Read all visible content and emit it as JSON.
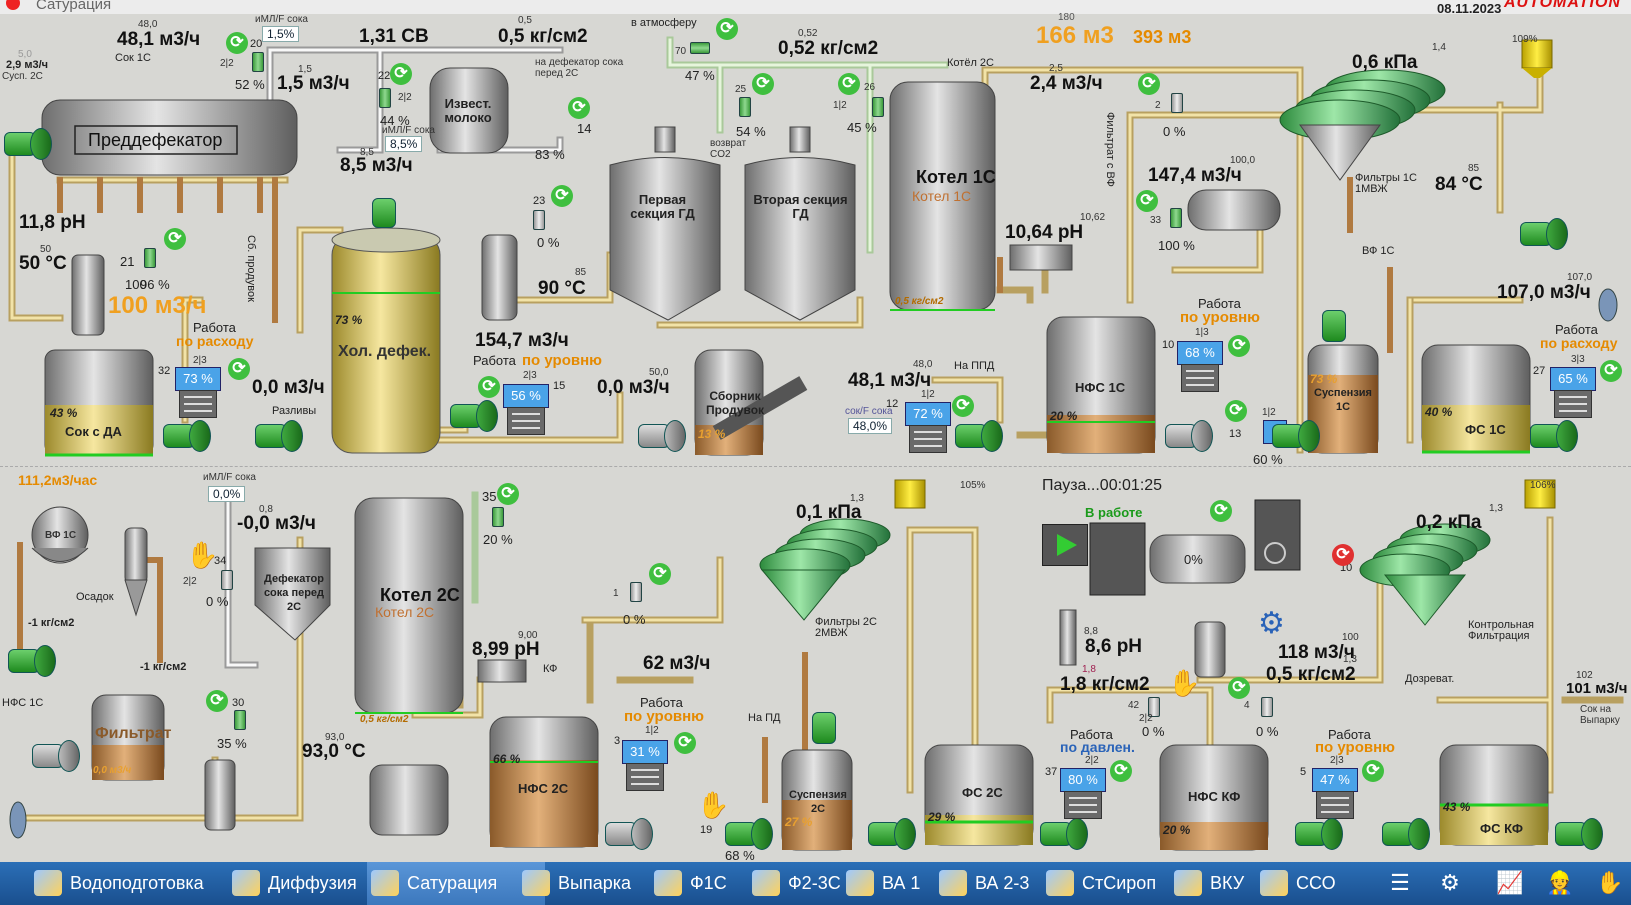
{
  "window": {
    "title": "Сатурация",
    "date": "08.11.2023",
    "logo": "AUTOMATION"
  },
  "colors": {
    "pipe_juice": "#e8cf8a",
    "pipe_white": "#f4f4f4",
    "pipe_copper": "#c98a4a",
    "pump_green": "#2e9e2e",
    "tank_gray": "#8c8c8c",
    "accent_orange": "#e58a00",
    "screen_blue": "#4aa3e8"
  },
  "top": {
    "f48": "48,1 м3/ч",
    "f48_small": "48,0",
    "sok1c": "Сок 1С",
    "f2_9": "2,9 м3/ч",
    "f2_9_small": "5,0",
    "susp2c": "Сусп. 2С",
    "imlf_top": "иМЛ/F сока",
    "box1_5": "1,5%",
    "v20": "20",
    "v20_pct": "52 %",
    "v20_num": "2|2",
    "f1_5": "1,5 м3/ч",
    "f1_5_small": "1,5",
    "f1_31": "1,31 СВ",
    "p0_5": "0,5 кг/см2",
    "p0_5_small": "0,5",
    "na_defekator": "на дефекатор сока перед 2С",
    "v22": "22",
    "v22_pct": "44 %",
    "v22_num": "2|2",
    "imlf_top2": "иМЛ/F сока",
    "box8_5": "8,5%",
    "f8_5": "8,5 м3/ч",
    "f8_5_small": "8,5",
    "izv_moloko": "Извест. молоко",
    "pump14": "14",
    "pump14_pct": "83 %",
    "predefekator": "Преддефекатор",
    "ph11_8": "11,8 pH",
    "t50": "50 °C",
    "t50_small": "50",
    "v21": "21",
    "v21_pct": "96 %",
    "v21_extra": "100",
    "f100": "100 м3/ч",
    "rabota1": "Работа",
    "po_raskhodu1": "по расходу",
    "sb_produvok": "Сб. продувок",
    "ctrl32": "32",
    "ctrl32_val": "73 %",
    "ctrl32_num": "2|3",
    "sok_s_da": "Сок с ДА",
    "sok_s_da_pct": "43 %",
    "f0_0a": "0,0 м3/ч",
    "razlivy": "Разливы",
    "hol_defek": "Хол. дефек.",
    "hol_defek_pct": "73 %",
    "v23": "23",
    "v23_pct": "0 %",
    "t90": "90 °C",
    "t90_small": "85",
    "f154": "154,7 м3/ч",
    "rabota2": "Работа",
    "po_urovnyu2": "по уровню",
    "ctrl15": "15",
    "ctrl15_val": "56 %",
    "ctrl15_num": "2|3",
    "f0_0b": "0,0 м3/ч",
    "f0_0b_small": "50,0",
    "v_atm": "в атмосферу",
    "v70": "70",
    "v70_pct": "47 %",
    "p0_52": "0,52 кг/см2",
    "p0_52_small": "0,52",
    "kotel2c_dir": "Котёл 2С",
    "v25": "25",
    "v25_pct": "54 %",
    "vozvrat": "возврат CO2",
    "v26": "26",
    "v26_pct": "45 %",
    "v26_num": "1|2",
    "first_gd": "Первая секция ГД",
    "second_gd": "Вторая секция ГД",
    "kotel1c": "Котел 1С",
    "kotel1c_sub": "Котел 1С",
    "kotel1c_p": "0,5 кг/см2",
    "sbornik": "Сборник Продувок",
    "sbornik_pct": "13 %",
    "f48_1b": "48,1 м3/ч",
    "f48_1b_small": "48,0",
    "na_ppd": "На ППД",
    "box48": "48,0%",
    "sok_f": "сок/F сока",
    "ctrl12": "12",
    "ctrl12_val": "72 %",
    "ctrl12_num": "1|2",
    "f166": "166 м3",
    "f393": "393 м3",
    "f166_small": "180",
    "f2_4": "2,4 м3/ч",
    "f2_4_small": "2,5",
    "filtrat_vf": "Фильтрат с ВФ",
    "v2": "2",
    "v2_pct": "0 %",
    "f147": "147,4 м3/ч",
    "f147_small": "100,0",
    "v33": "33",
    "v33_pct": "100 %",
    "ph10_64": "10,64 pH",
    "ph10_64_small": "10,62",
    "nfs1c": "НФС 1С",
    "nfs1c_pct": "20 %",
    "rabota3": "Работа",
    "po_urovnyu3": "по уровню",
    "ctrl10": "10",
    "ctrl10_val": "68 %",
    "ctrl10_num": "1|3",
    "pump13": "13",
    "pump13_pct": "60 %",
    "pump13_num": "1|2",
    "p0_6": "0,6 кПа",
    "p0_6_small": "1,4",
    "pct109": "109%",
    "filtry1c": "Фильтры 1С 1МВЖ",
    "t84": "84 °C",
    "t84_small": "85",
    "vf1c": "ВФ 1С",
    "susp1c": "Суспензия 1С",
    "susp1c_pct": "73 %",
    "f107": "107,0 м3/ч",
    "f107_small": "107,0",
    "rabota4": "Работа",
    "po_raskhodu4": "по расходу",
    "ctrl27": "27",
    "ctrl27_val": "65 %",
    "ctrl27_num": "3|3",
    "fs1c": "ФС 1С",
    "fs1c_pct": "40 %"
  },
  "bottom": {
    "f111": "111,2м3/час",
    "imlf": "иМЛ/F сока",
    "box0_0": "0,0%",
    "vf1c_drum": "ВФ 1С",
    "osadok": "Осадок",
    "p_1a": "-1 кг/см2",
    "p_1b": "-1 кг/см2",
    "nfs1c_in": "НФС 1С",
    "filtrat": "Фильтрат",
    "filtrat_f": "0,0 м3/ч",
    "v34": "34",
    "v34_pct": "0 %",
    "v34_num": "2|2",
    "f_0_0": "-0,0 м3/ч",
    "f_0_0_small": "0,8",
    "defekator2c": "Дефекатор сока перед 2С",
    "v35": "35",
    "v35_pct": "20 %",
    "kotel2c": "Котел 2С",
    "kotel2c_sub": "Котел 2С",
    "kotel2c_p": "0,5 кг/см2",
    "v30": "30",
    "v30_pct": "35 %",
    "t93": "93,0 °C",
    "t93_small": "93,0",
    "ph8_99": "8,99 pH",
    "ph8_99_small": "9,00",
    "kf": "КФ",
    "nfs2c": "НФС 2С",
    "nfs2c_pct": "66 %",
    "v1b": "1",
    "v1b_pct": "0 %",
    "f62": "62 м3/ч",
    "rabota5": "Работа",
    "po_urovnyu5": "по уровню",
    "ctrl3": "3",
    "ctrl3_val": "31 %",
    "ctrl3_num": "1|2",
    "pump19": "19",
    "pump19_pct": "68 %",
    "na_pd": "На ПД",
    "susp2c": "Суспензия 2С",
    "susp2c_pct": "27 %",
    "p0_1": "0,1 кПа",
    "p0_1_small": "1,3",
    "pct105": "105%",
    "filtry2c": "Фильтры 2С 2МВЖ",
    "fs2c": "ФС 2С",
    "fs2c_pct": "29 %",
    "pause": "Пауза...00:01:25",
    "v_rabote": "В работе",
    "v_rabote_pct": "0%",
    "pump10": "10",
    "ph8_6": "8,6 pH",
    "ph8_6_small": "8,8",
    "p1_8": "1,8 кг/см2",
    "p1_8_small": "1,8",
    "f118": "118 м3/ч",
    "f118_small": "100",
    "p0_5b": "0,5 кг/см2",
    "p0_5b_small": "1,3",
    "v42": "42",
    "v42_pct": "0 %",
    "v42_num": "2|2",
    "v4": "4",
    "v4_pct": "0 %",
    "rabota6": "Работа",
    "po_davlen": "по давлен.",
    "ctrl37": "37",
    "ctrl37_val": "80 %",
    "ctrl37_num": "2|2",
    "nfskf": "НФС КФ",
    "nfskf_pct": "20 %",
    "rabota7": "Работа",
    "po_urovnyu7": "по уровню",
    "ctrl5": "5",
    "ctrl5_val": "47 %",
    "ctrl5_num": "2|3",
    "p0_2": "0,2 кПа",
    "p0_2_small": "1,3",
    "pct106": "106%",
    "kontrol": "Контрольная Фильтрация",
    "dozrevat": "Дозреват.",
    "f101": "101 м3/ч",
    "f101_small": "102",
    "sok_vyparku": "Сок на Выпарку",
    "fskf": "ФС КФ",
    "fskf_pct": "43 %"
  },
  "taskbar": [
    "Водоподготовка",
    "Диффузия",
    "Сатурация",
    "Выпарка",
    "Ф1С",
    "Ф2-3С",
    "ВА 1",
    "ВА 2-3",
    "СтСироп",
    "ВКУ",
    "ССО"
  ]
}
